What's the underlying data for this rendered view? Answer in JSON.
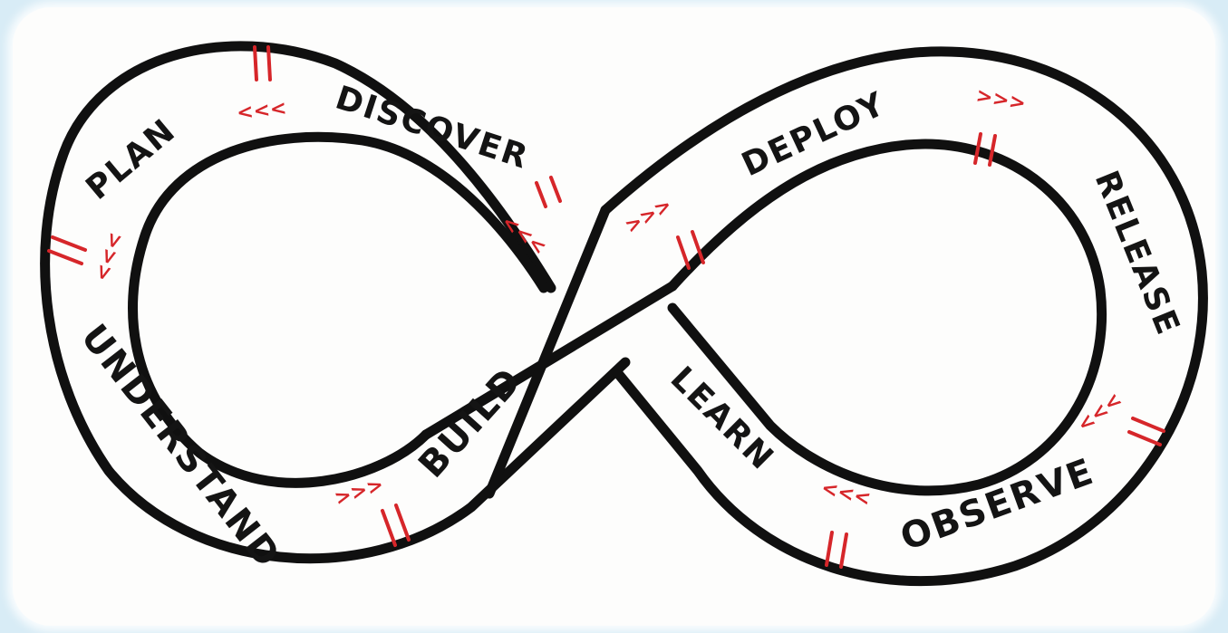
{
  "stages": {
    "plan": "PLAN",
    "discover": "DISCOVER",
    "deploy": "DEPLOY",
    "release": "RELEASE",
    "understand": "UNDERSTAND",
    "build": "BUILD",
    "learn": "LEARN",
    "observe": "OBSERVE"
  },
  "markers": {
    "forward": ">>>",
    "backward": "<<<"
  },
  "colors": {
    "rail": "#101010",
    "marker": "#d6262a",
    "background": "#d8ecf6",
    "card": "#fdfdfc"
  }
}
